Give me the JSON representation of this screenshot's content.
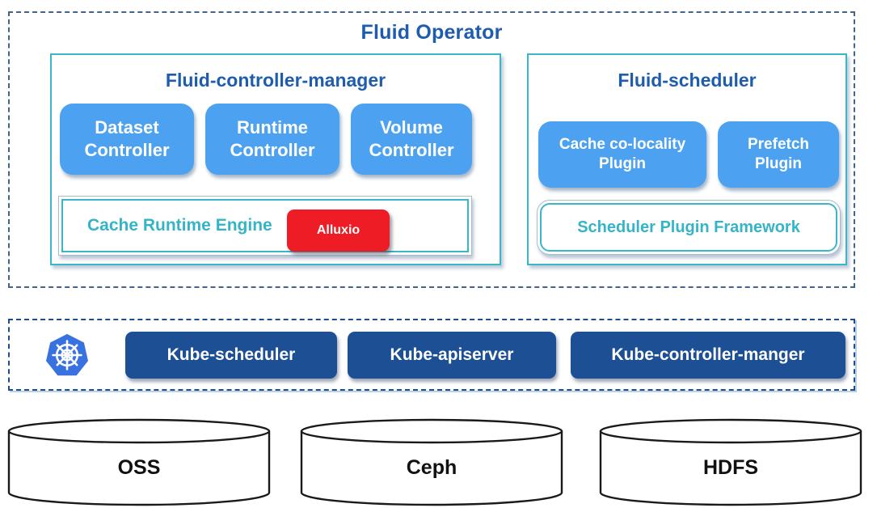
{
  "colors": {
    "dark_blue_text": "#1e5cad",
    "teal_border": "#3ab6c9",
    "teal_text": "#35b4c7",
    "blue_button": "#4ca2f0",
    "navy_button": "#1c4f93",
    "red_badge": "#ee1c24",
    "k8s_logo_blue": "#3871e0",
    "dashed_border_top": "#44648a",
    "dashed_border_k8s": "#1d4e88"
  },
  "fluid_operator": {
    "title": "Fluid Operator",
    "controller_manager": {
      "title": "Fluid-controller-manager",
      "controllers": [
        "Dataset Controller",
        "Runtime Controller",
        "Volume Controller"
      ],
      "cache_runtime_engine": {
        "label": "Cache Runtime Engine",
        "badge": "Alluxio"
      }
    },
    "scheduler": {
      "title": "Fluid-scheduler",
      "plugins": [
        "Cache co-locality Plugin",
        "Prefetch Plugin"
      ],
      "framework_label": "Scheduler Plugin Framework"
    }
  },
  "kubernetes": {
    "logo_icon": "kubernetes-helm-logo",
    "components": [
      "Kube-scheduler",
      "Kube-apiserver",
      "Kube-controller-manger"
    ]
  },
  "storage_systems": [
    "OSS",
    "Ceph",
    "HDFS"
  ]
}
